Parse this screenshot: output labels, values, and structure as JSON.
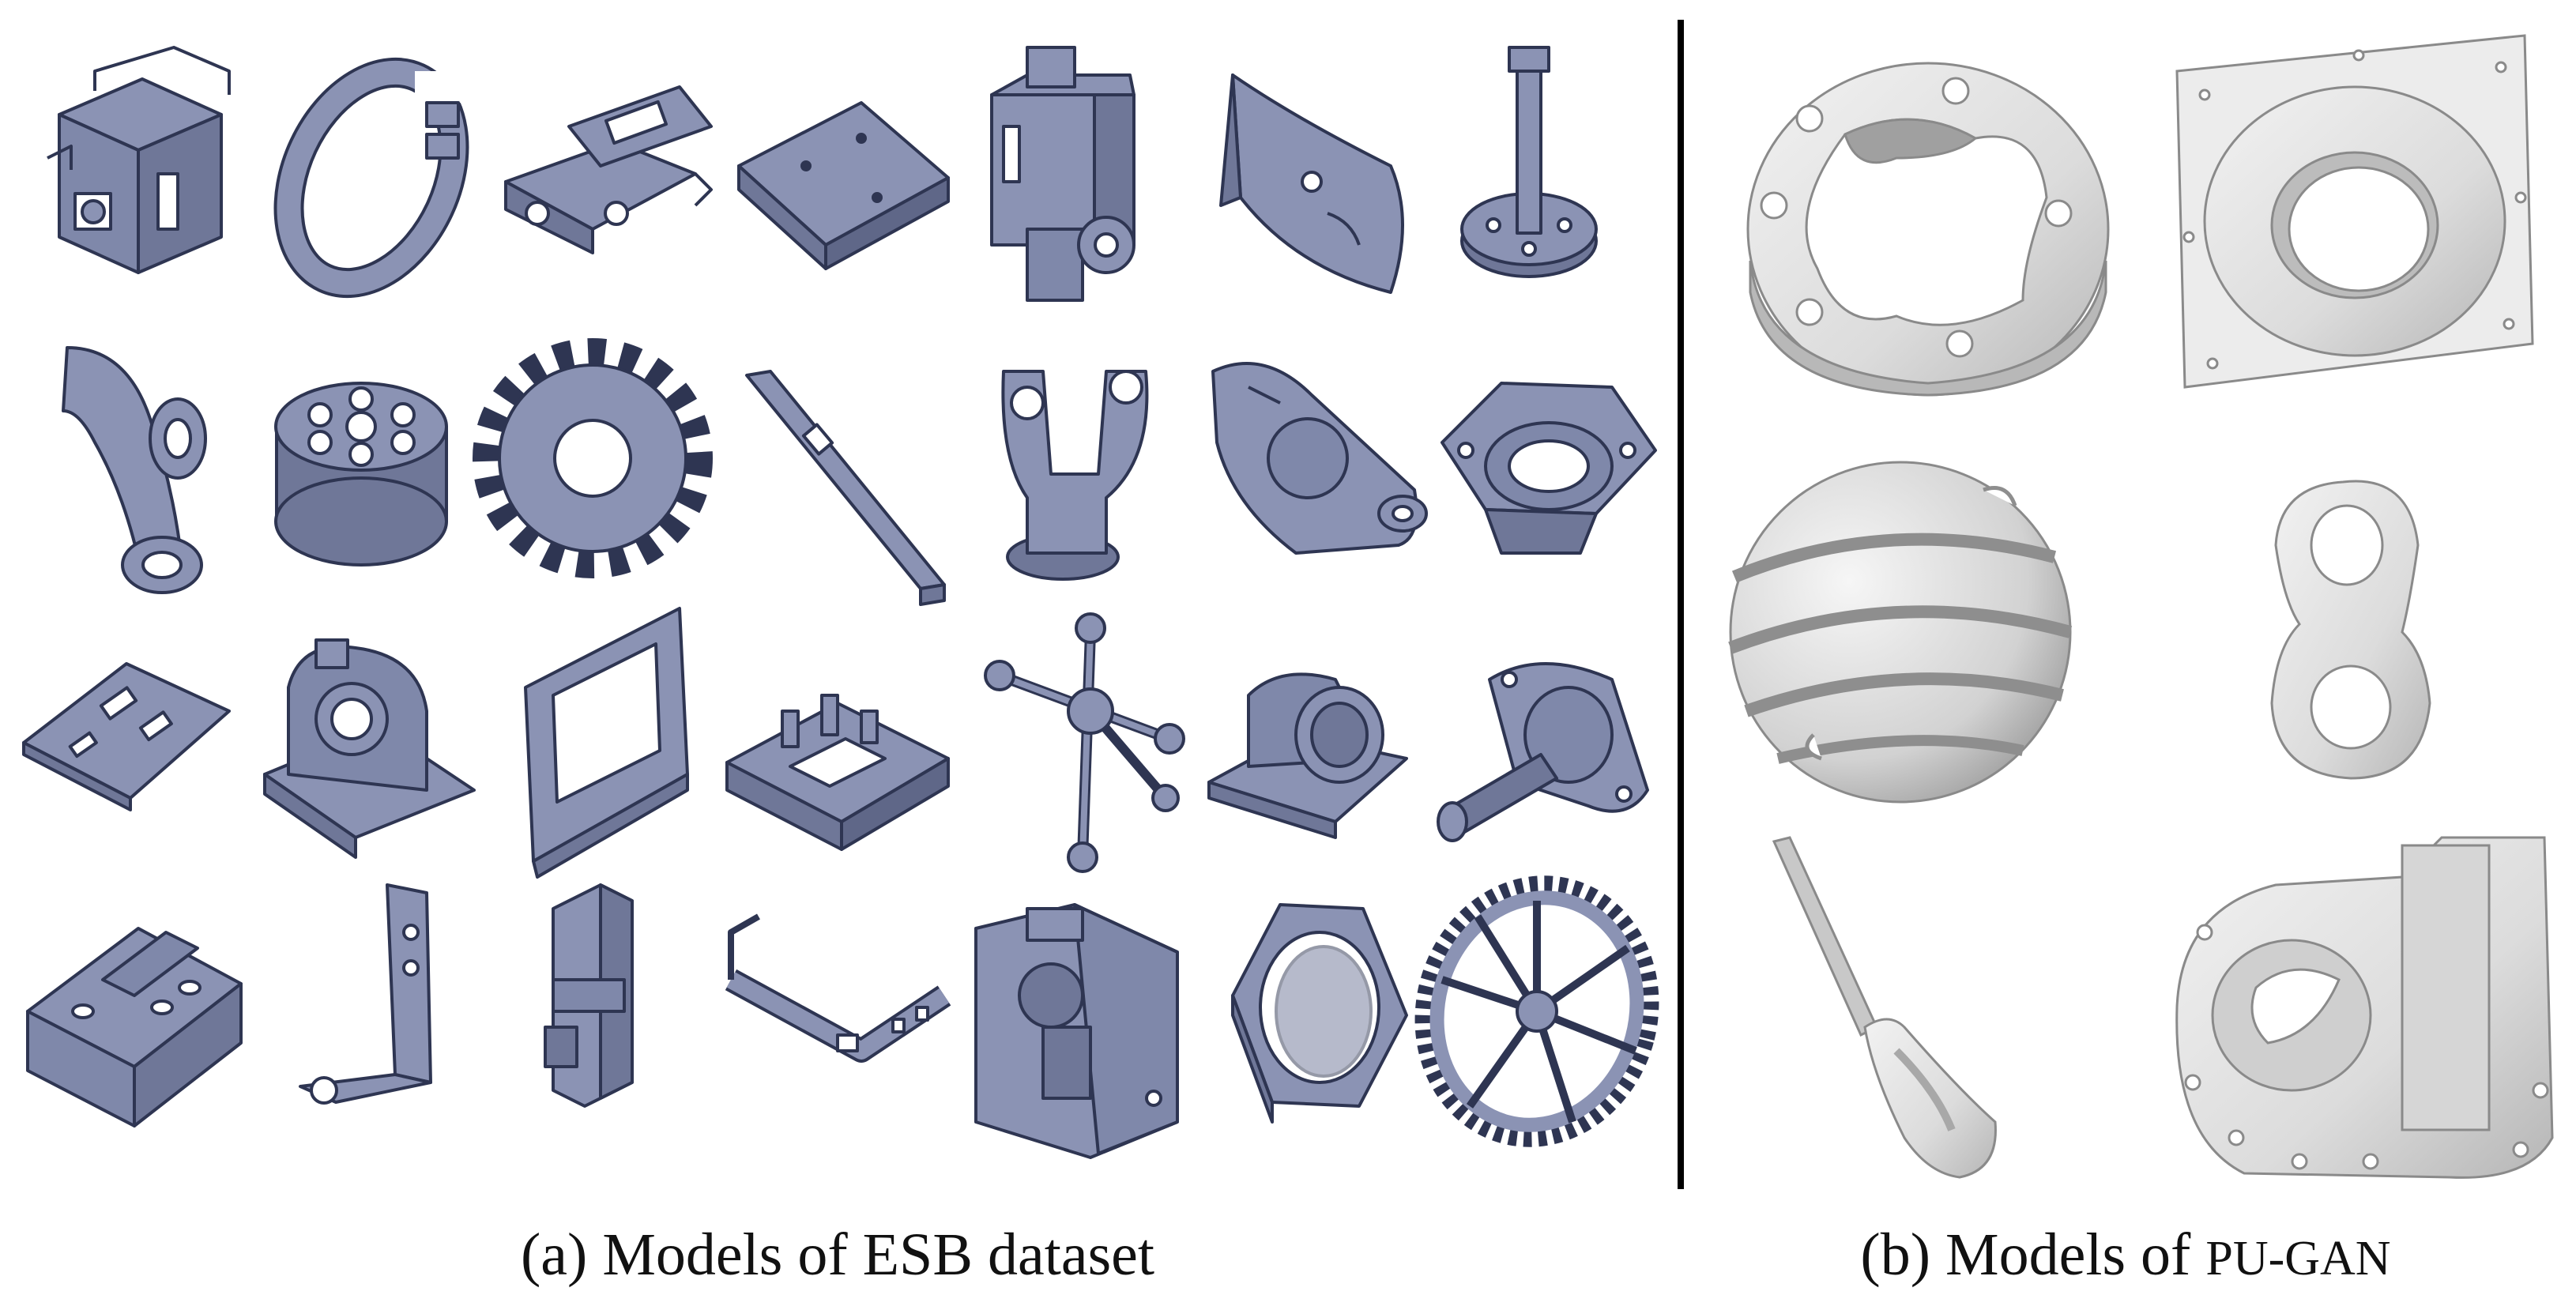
{
  "captions": {
    "a_prefix": "(a) Models of ESB dataset",
    "b_prefix": "(b) Models of",
    "b_smallcaps": "PU-GAN"
  },
  "colors": {
    "esb_fill": "#8b93b4",
    "esb_stroke": "#2e3552",
    "esb_shade": "#6f7798",
    "pugan_fill": "#e4e4e4",
    "pugan_shade": "#a8a8a8",
    "pugan_stroke": "#8a8a8a",
    "divider": "#000000"
  },
  "esb_models": [
    "camera-box-part",
    "open-ring-clip",
    "bracket-frame",
    "flat-plate",
    "valve-body",
    "curved-guard",
    "spindle-flange",
    "elbow-pipe",
    "perforated-cylinder",
    "spur-gear",
    "perforated-strip",
    "yoke-fork",
    "lever-arm",
    "bearing-housing",
    "sheet-metal-panel",
    "pillow-block",
    "door-frame",
    "casing-tray",
    "handwheel-spokes",
    "pipe-bracket",
    "flanged-shaft",
    "stepped-block",
    "l-bracket",
    "slotted-block",
    "sheet-enclosure",
    "cut-block",
    "hex-nut",
    "spoked-gear-wheel"
  ],
  "pugan_models": [
    "cam-ring",
    "flanged-bowl",
    "grooved-sphere",
    "figure-eight-link",
    "screwdriver",
    "cover-housing"
  ]
}
